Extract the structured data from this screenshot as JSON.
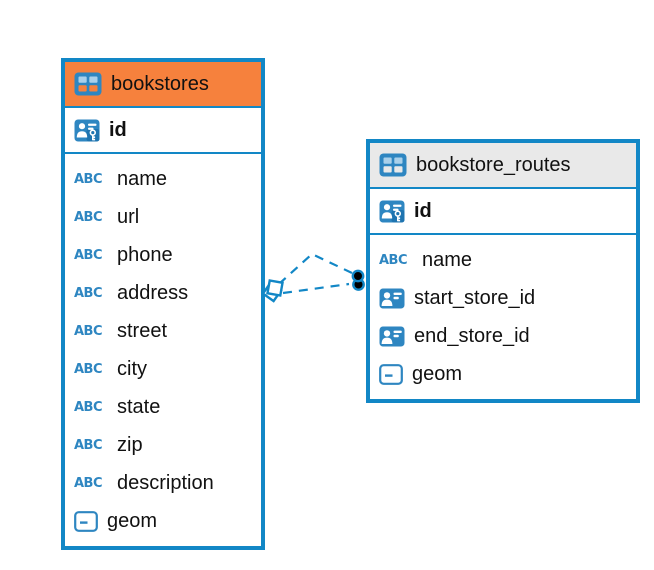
{
  "diagram": {
    "tables": [
      {
        "name": "bookstores",
        "header_color": "#F6813D",
        "header_icon": "table-icon",
        "primary_key": {
          "name": "id",
          "type_icon": "primary-key"
        },
        "columns": [
          {
            "name": "name",
            "type_icon": "text"
          },
          {
            "name": "url",
            "type_icon": "text"
          },
          {
            "name": "phone",
            "type_icon": "text"
          },
          {
            "name": "address",
            "type_icon": "text"
          },
          {
            "name": "street",
            "type_icon": "text"
          },
          {
            "name": "city",
            "type_icon": "text"
          },
          {
            "name": "state",
            "type_icon": "text"
          },
          {
            "name": "zip",
            "type_icon": "text"
          },
          {
            "name": "description",
            "type_icon": "text"
          },
          {
            "name": "geom",
            "type_icon": "geometry"
          }
        ]
      },
      {
        "name": "bookstore_routes",
        "header_color": "#E9E9E9",
        "header_icon": "table-icon",
        "primary_key": {
          "name": "id",
          "type_icon": "primary-key"
        },
        "columns": [
          {
            "name": "name",
            "type_icon": "text"
          },
          {
            "name": "start_store_id",
            "type_icon": "reference"
          },
          {
            "name": "end_store_id",
            "type_icon": "reference"
          },
          {
            "name": "geom",
            "type_icon": "geometry"
          }
        ]
      }
    ],
    "relationships": {
      "count": 2,
      "style": "dashed",
      "from_table": "bookstores",
      "from_marker": "diamond",
      "to_table": "bookstore_routes",
      "to_marker": "dot"
    }
  },
  "icons": {
    "abc_label": "ABC"
  },
  "colors": {
    "canvas_background": "#ffffff",
    "table_border_blue": "#1287C6",
    "icon_blue": "#2E86C1",
    "icon_cell_light": "#A9D0EA",
    "bookstores_header_orange": "#F6813D",
    "routes_header_gray": "#E9E9E9",
    "text_black": "#111111"
  }
}
